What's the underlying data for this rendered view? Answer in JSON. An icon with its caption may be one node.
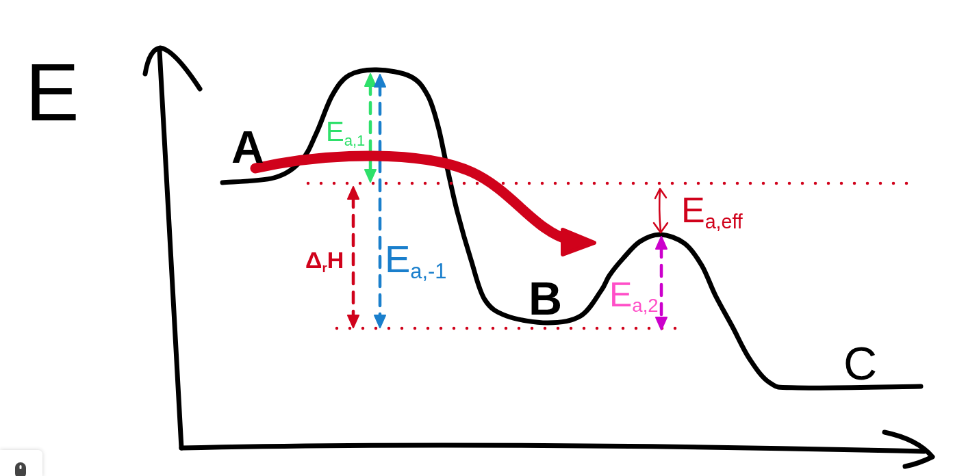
{
  "diagram": {
    "labels": [
      "E",
      "A",
      "E$_{a,1}$",
      "E$_{a,eff}$",
      "Δ$_{r}$H",
      "E$_{a,-1}$",
      "B",
      "E$_{a,2}$",
      "C"
    ]
  }
}
